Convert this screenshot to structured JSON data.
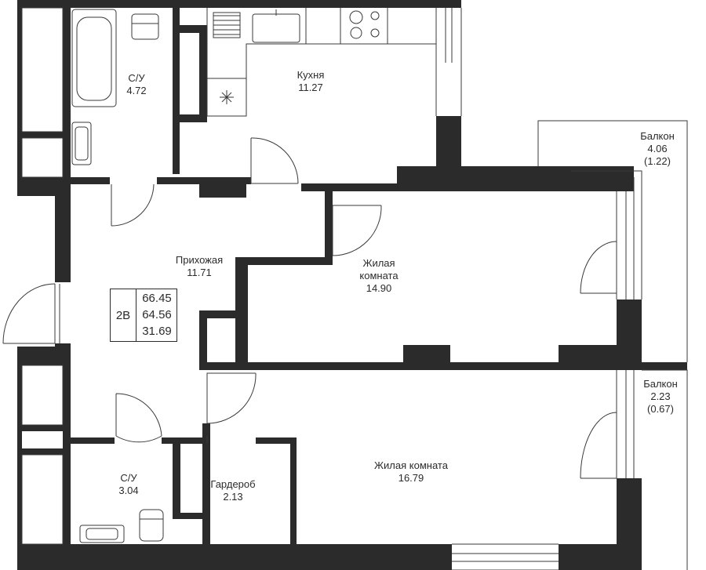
{
  "rooms": {
    "bath1": {
      "name": "С/У",
      "area": "4.72"
    },
    "kitchen": {
      "name": "Кухня",
      "area": "11.27"
    },
    "balcony1": {
      "name": "Балкон",
      "area": "4.06",
      "reduced": "(1.22)"
    },
    "hall": {
      "name": "Прихожая",
      "area": "11.71"
    },
    "living1": {
      "name": "Жилая",
      "name2": "комната",
      "area": "14.90"
    },
    "balcony2": {
      "name": "Балкон",
      "area": "2.23",
      "reduced": "(0.67)"
    },
    "bath2": {
      "name": "С/У",
      "area": "3.04"
    },
    "wardrobe": {
      "name": "Гардероб",
      "area": "2.13"
    },
    "living2": {
      "name": "Жилая комната",
      "area": "16.79"
    }
  },
  "summary": {
    "code": "2В",
    "total": "66.45",
    "living": "64.56",
    "rooms": "31.69"
  },
  "colors": {
    "wall": "#2b2b2b",
    "line": "#3a3a3a",
    "bg": "#ffffff"
  }
}
